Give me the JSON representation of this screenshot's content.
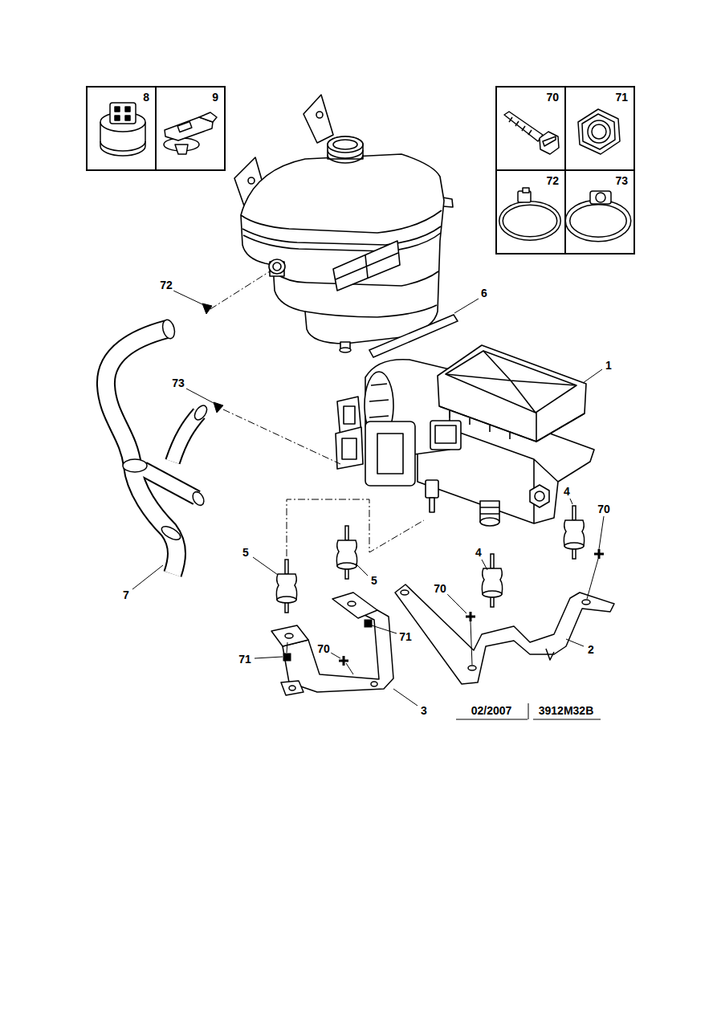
{
  "diagram": {
    "nodes": [
      {
        "text": [
          "8"
        ]
      },
      {
        "text": [
          "9"
        ]
      },
      {
        "text": [
          "70"
        ]
      },
      {
        "text": [
          "71"
        ]
      },
      {
        "text": [
          "72"
        ]
      },
      {
        "text": [
          "73"
        ]
      }
    ],
    "edges": [],
    "labels": [
      "72",
      "6",
      "1",
      "73",
      "5",
      "5",
      "4",
      "70",
      "4",
      "70",
      "7",
      "2",
      "71",
      "70",
      "71",
      "3",
      "02/2007",
      "3912M32B"
    ]
  }
}
